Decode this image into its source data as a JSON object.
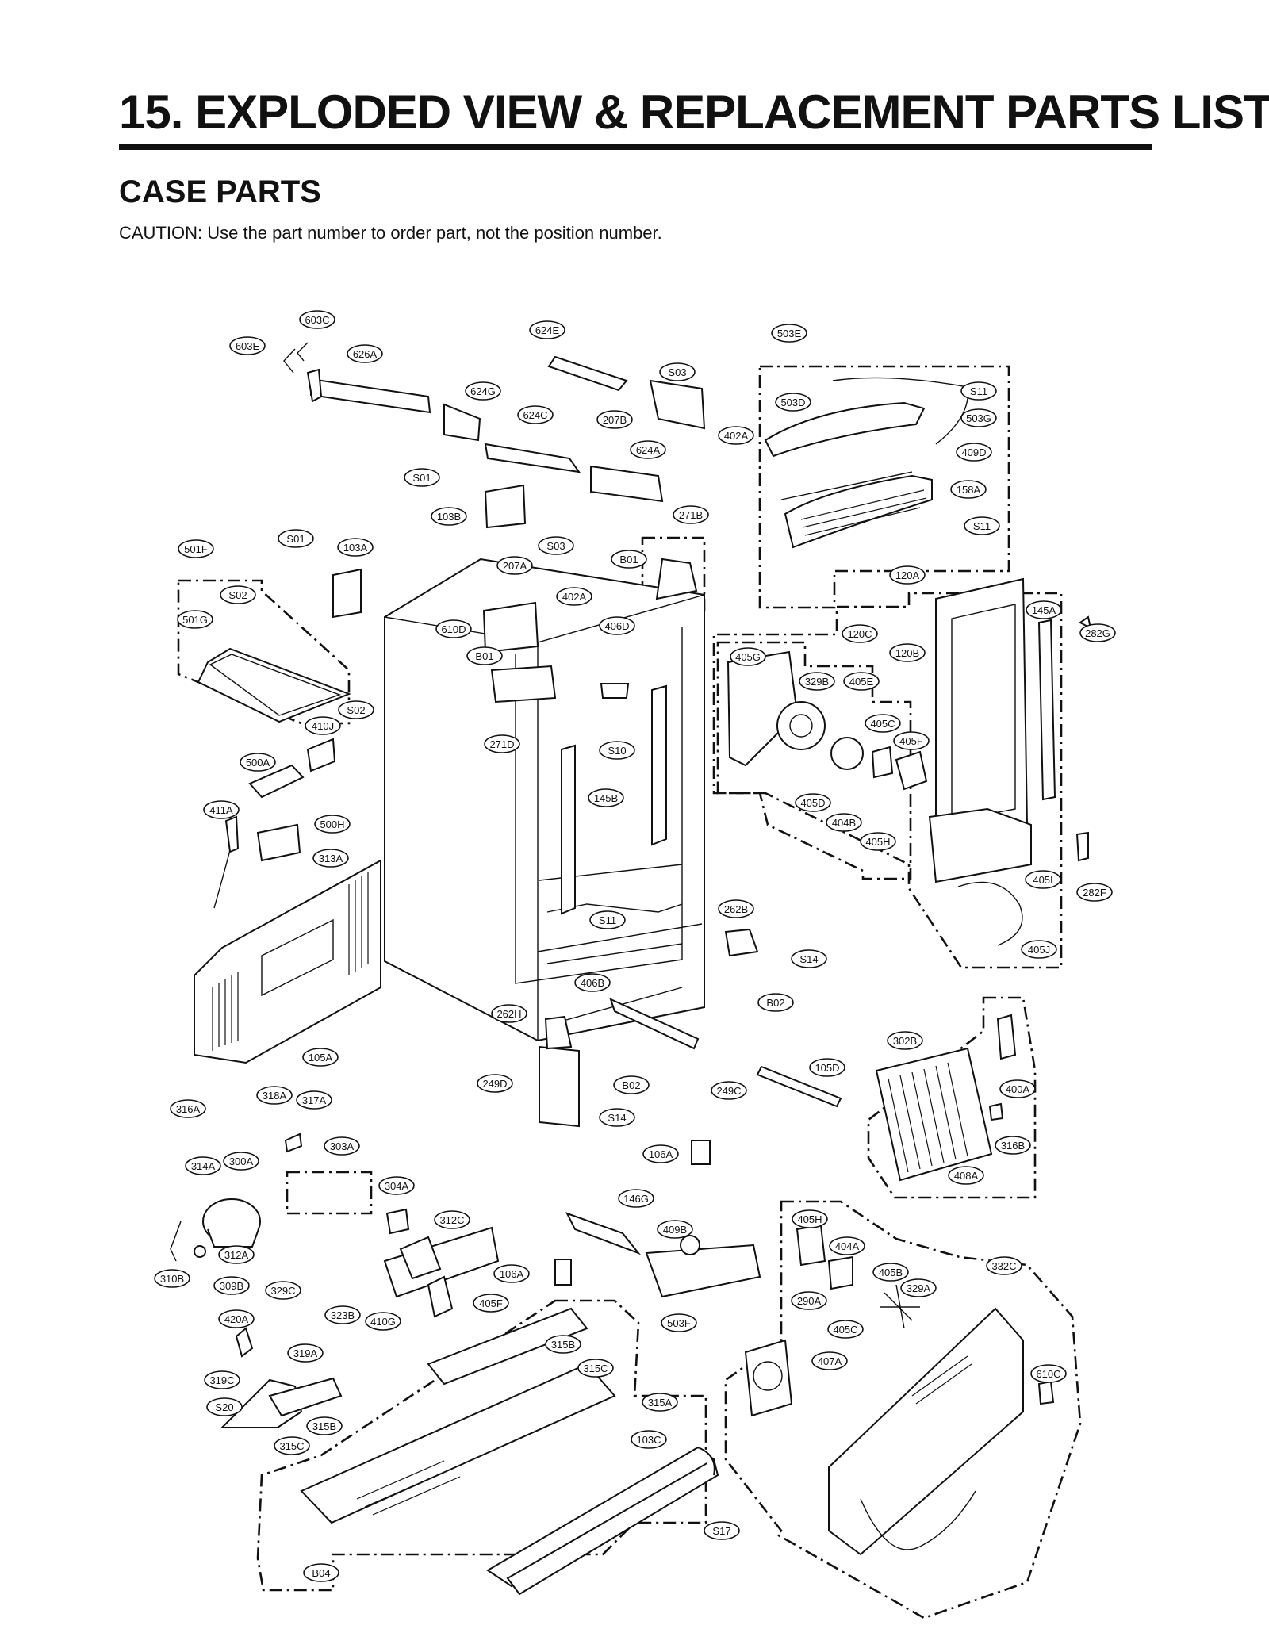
{
  "header": {
    "title": "15. EXPLODED VIEW & REPLACEMENT PARTS LIST",
    "section": "CASE PARTS",
    "caution": "CAUTION: Use the part number to order part, not the position number."
  },
  "diagram": {
    "callouts": [
      "603C",
      "603E",
      "626A",
      "624E",
      "S03",
      "503E",
      "624G",
      "624C",
      "207B",
      "402A",
      "503D",
      "S11",
      "503G",
      "624A",
      "409D",
      "S01",
      "158A",
      "103B",
      "271B",
      "S11",
      "S01",
      "103A",
      "S03",
      "B01",
      "501F",
      "207A",
      "120A",
      "S02",
      "402A",
      "145A",
      "501G",
      "610D",
      "406D",
      "282G",
      "B01",
      "120C",
      "120B",
      "405G",
      "329B",
      "405E",
      "S02",
      "410J",
      "271D",
      "S10",
      "405C",
      "405F",
      "500A",
      "411A",
      "145B",
      "405D",
      "404B",
      "500H",
      "405H",
      "313A",
      "405I",
      "282F",
      "262B",
      "S11",
      "405J",
      "S14",
      "406B",
      "B02",
      "262H",
      "302B",
      "105D",
      "105A",
      "249D",
      "B02",
      "400A",
      "249C",
      "318A",
      "316A",
      "317A",
      "S14",
      "303A",
      "106A",
      "316B",
      "314A",
      "300A",
      "408A",
      "304A",
      "146G",
      "405H",
      "312C",
      "404A",
      "409B",
      "312A",
      "332C",
      "405B",
      "310B",
      "106A",
      "329A",
      "309B",
      "329C",
      "290A",
      "405F",
      "405C",
      "420A",
      "323B",
      "410G",
      "503F",
      "315B",
      "407A",
      "319A",
      "315C",
      "610C",
      "319C",
      "315A",
      "S20",
      "103C",
      "315B",
      "315C",
      "S17",
      "B04"
    ]
  }
}
